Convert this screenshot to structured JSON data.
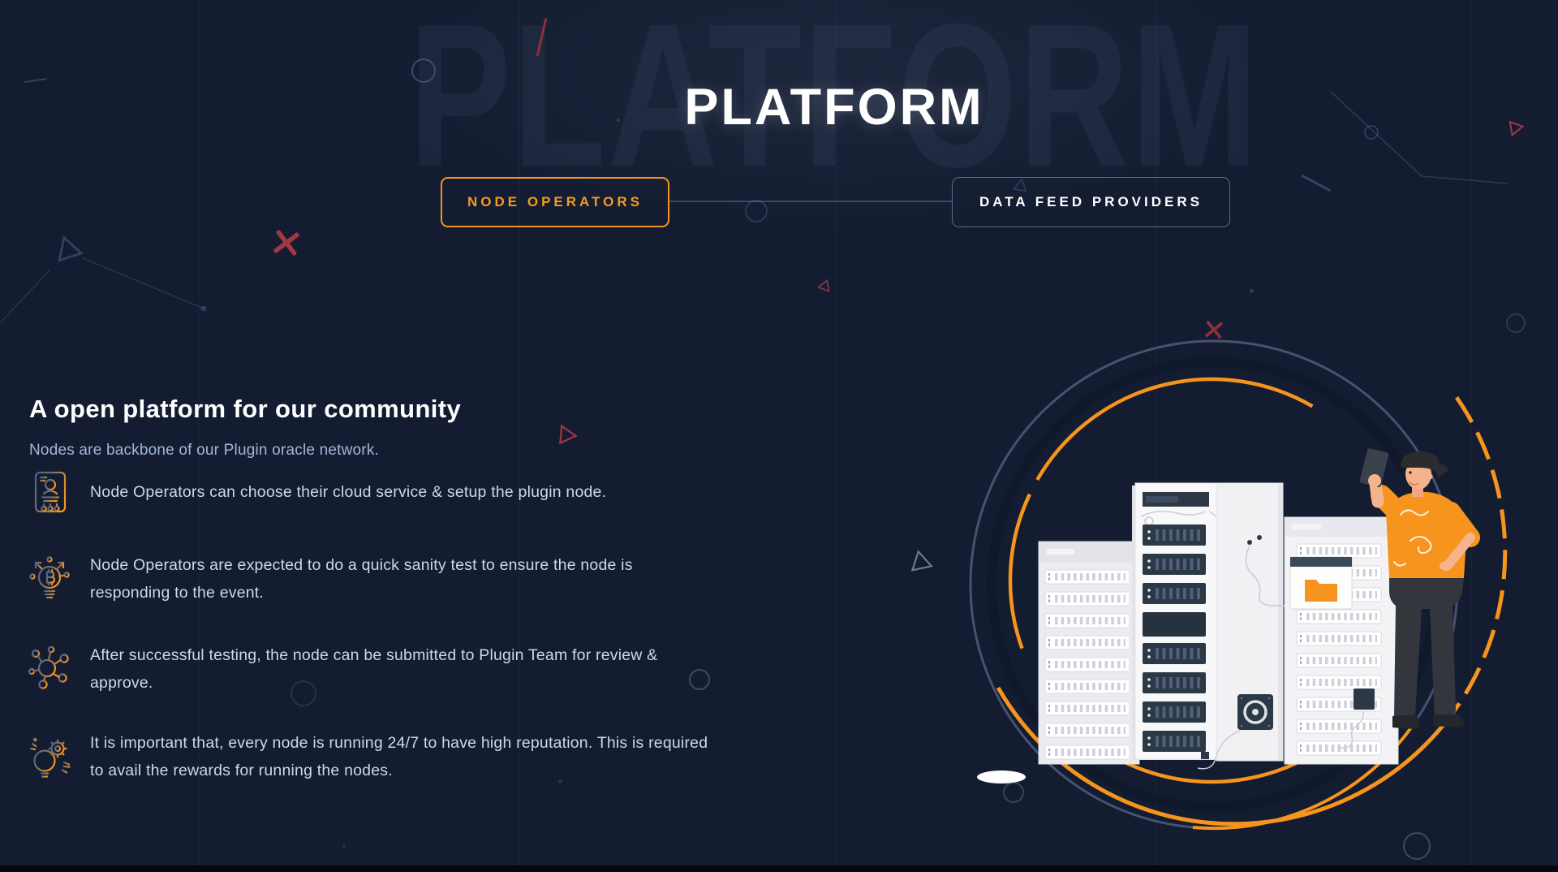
{
  "colors": {
    "accent": "#f7941e",
    "background": "#131c31",
    "slate": "#46536f"
  },
  "header": {
    "title": "PLATFORM",
    "ghost_title": "PLATFORM"
  },
  "tabs": {
    "node_operators": {
      "label": "NODE OPERATORS",
      "active": true
    },
    "data_feed_providers": {
      "label": "DATA FEED PROVIDERS",
      "active": false
    }
  },
  "section": {
    "heading": "A open platform for our community",
    "intro": "Nodes are backbone of our Plugin oracle network.",
    "items": [
      {
        "icon": "id-card-icon",
        "text": "Node Operators can choose their cloud service & setup the plugin node."
      },
      {
        "icon": "bulb-network-icon",
        "text": "Node Operators are expected to do a quick sanity test to ensure the node is responding to the event."
      },
      {
        "icon": "network-nodes-icon",
        "text": "After successful testing, the node can be submitted to Plugin Team for review & approve."
      },
      {
        "icon": "bulb-gear-icon",
        "text": "It is important that, every node is running 24/7 to have high reputation. This is required to avail the rewards for running the nodes."
      }
    ]
  },
  "illustration": {
    "label": "server-racks-with-engineer"
  }
}
